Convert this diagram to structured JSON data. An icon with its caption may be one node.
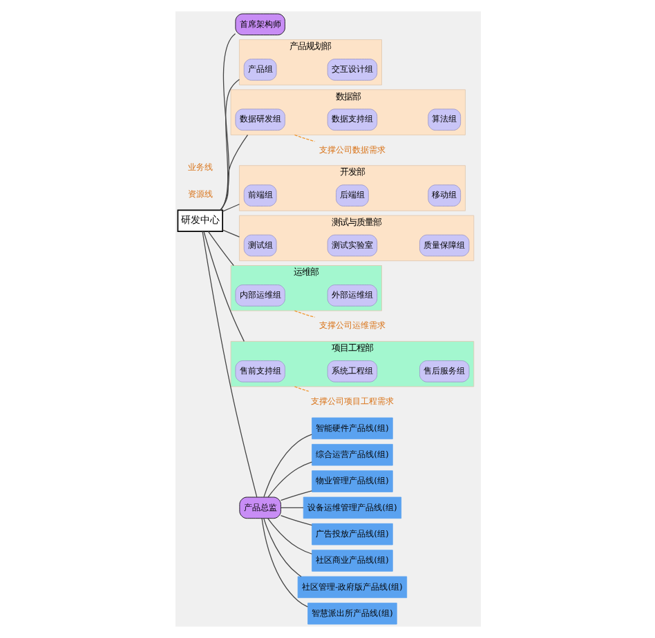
{
  "diagram": {
    "nodes": [
      {
        "text": [
          "研发中心"
        ]
      },
      {
        "text": [
          "首席架构师"
        ]
      },
      {
        "text": [
          "产品总监"
        ]
      },
      {
        "text": [
          "智能硬件产品线(组)"
        ]
      },
      {
        "text": [
          "综合运营产品线(组)"
        ]
      },
      {
        "text": [
          "物业管理产品线(组)"
        ]
      },
      {
        "text": [
          "设备运维管理产品线(组)"
        ]
      },
      {
        "text": [
          "广告投放产品线(组)"
        ]
      },
      {
        "text": [
          "社区商业产品线(组)"
        ]
      },
      {
        "text": [
          "社区管理-政府版产品线(组)"
        ]
      },
      {
        "text": [
          "智慧派出所产品线(组)"
        ]
      },
      {
        "text": [
          "产品规划部"
        ]
      },
      {
        "text": [
          "产品组"
        ],
        "in": 11
      },
      {
        "text": [
          "交互设计组"
        ],
        "in": 11
      },
      {
        "text": [
          "数据部"
        ]
      },
      {
        "text": [
          "数据研发组"
        ],
        "in": 14
      },
      {
        "text": [
          "数据支持组"
        ],
        "in": 14
      },
      {
        "text": [
          "算法组"
        ],
        "in": 14
      },
      {
        "text": [
          "开发部"
        ]
      },
      {
        "text": [
          "前端组"
        ],
        "in": 18
      },
      {
        "text": [
          "后端组"
        ],
        "in": 18
      },
      {
        "text": [
          "移动组"
        ],
        "in": 18
      },
      {
        "text": [
          "测试与质量部"
        ]
      },
      {
        "text": [
          "测试组"
        ],
        "in": 22
      },
      {
        "text": [
          "测试实验室"
        ],
        "in": 22
      },
      {
        "text": [
          "质量保障组"
        ],
        "in": 22
      },
      {
        "text": [
          "运维部"
        ]
      },
      {
        "text": [
          "内部运维组"
        ],
        "in": 26
      },
      {
        "text": [
          "外部运维组"
        ],
        "in": 26
      },
      {
        "text": [
          "项目工程部"
        ]
      },
      {
        "text": [
          "售前支持组"
        ],
        "in": 29
      },
      {
        "text": [
          "系统工程组"
        ],
        "in": 29
      },
      {
        "text": [
          "售后服务组"
        ],
        "in": 29
      },
      {
        "text": [
          "支撑公司数据需求"
        ]
      },
      {
        "text": [
          "支撑公司运维需求"
        ]
      },
      {
        "text": [
          "支撑公司项目工程需求"
        ]
      }
    ],
    "edges": [
      {
        "from": 0,
        "to": 1,
        "arrow": "none"
      },
      {
        "from": 0,
        "to": 2,
        "arrow": "none"
      },
      {
        "from": 2,
        "to": 3,
        "arrow": "none"
      },
      {
        "from": 2,
        "to": 4,
        "arrow": "none"
      },
      {
        "from": 2,
        "to": 5,
        "arrow": "none"
      },
      {
        "from": 2,
        "to": 6,
        "arrow": "none"
      },
      {
        "from": 2,
        "to": 7,
        "arrow": "none"
      },
      {
        "from": 2,
        "to": 8,
        "arrow": "none"
      },
      {
        "from": 2,
        "to": 9,
        "arrow": "none"
      },
      {
        "from": 2,
        "to": 10,
        "arrow": "none"
      },
      {
        "from": 0,
        "to": 11,
        "arrow": "none"
      },
      {
        "from": 0,
        "to": 14,
        "arrow": "none"
      },
      {
        "from": 0,
        "to": 18,
        "arrow": "none"
      },
      {
        "from": 0,
        "to": 22,
        "arrow": "none"
      },
      {
        "from": 0,
        "to": 26,
        "arrow": "none"
      },
      {
        "from": 0,
        "to": 29,
        "arrow": "none"
      },
      {
        "from": 14,
        "to": 33,
        "arrow": "none",
        "style": "dashed",
        "color": "#f0962e"
      },
      {
        "from": 26,
        "to": 34,
        "arrow": "none",
        "style": "dashed",
        "color": "#f0962e"
      },
      {
        "from": 29,
        "to": 35,
        "arrow": "none",
        "style": "dashed",
        "color": "#f0962e"
      }
    ],
    "labels": [
      "资源线",
      "业务线"
    ]
  }
}
